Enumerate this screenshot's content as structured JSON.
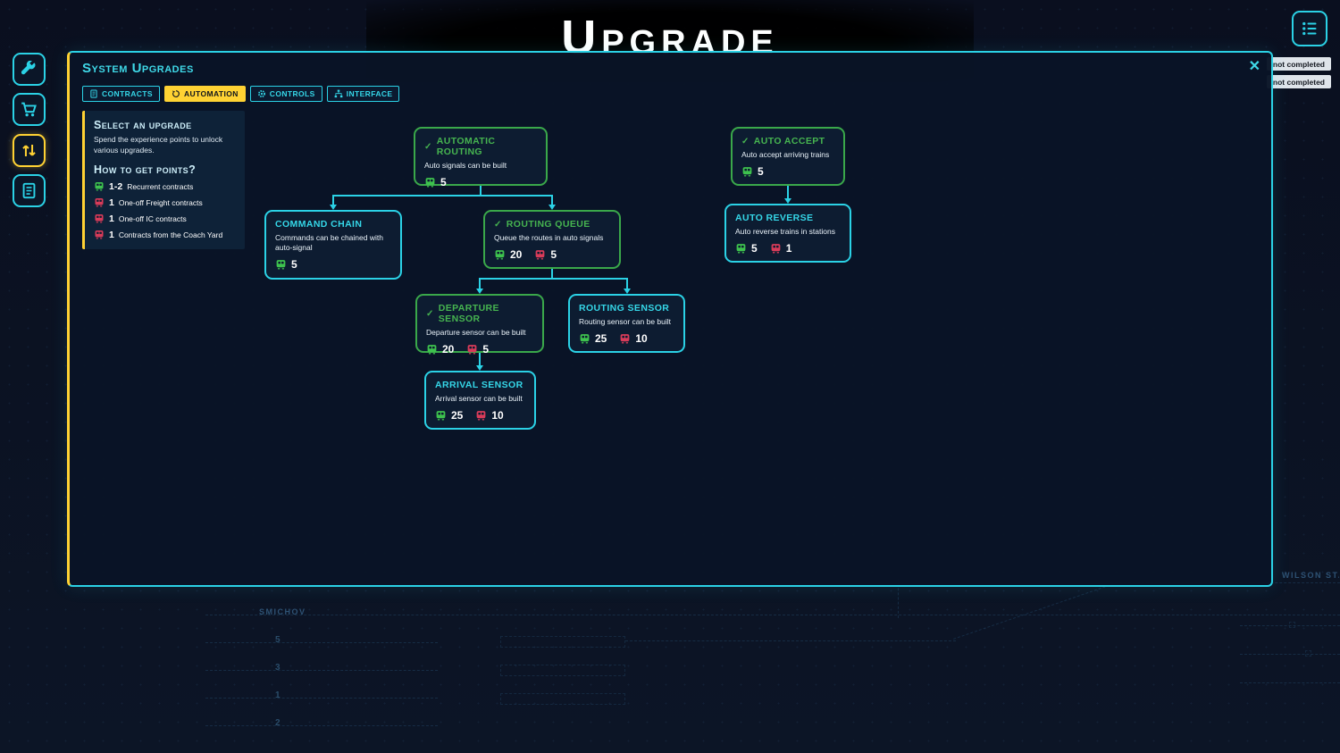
{
  "title": "Upgrade",
  "icons": {
    "check": "✓",
    "close": "✕"
  },
  "status_badges": [
    {
      "label": "not completed"
    },
    {
      "label": "not completed"
    }
  ],
  "sidebar": {
    "items": [
      {
        "icon": "wrench-icon"
      },
      {
        "icon": "cart-icon"
      },
      {
        "icon": "sort-arrows-icon",
        "active": true
      },
      {
        "icon": "document-icon"
      }
    ]
  },
  "panel": {
    "title": "System Upgrades",
    "tabs": [
      {
        "label": "Contracts",
        "icon": "document-icon"
      },
      {
        "label": "Automation",
        "icon": "auto-refresh-icon",
        "active": true
      },
      {
        "label": "Controls",
        "icon": "gear-icon"
      },
      {
        "label": "Interface",
        "icon": "sitemap-icon"
      }
    ],
    "info": {
      "title": "Select an upgrade",
      "description": "Spend the experience points to unlock various upgrades.",
      "points_title": "How to get points?",
      "points": [
        {
          "value": "1-2",
          "label": "Recurrent contracts",
          "color": "green"
        },
        {
          "value": "1",
          "label": "One-off Freight contracts",
          "color": "red"
        },
        {
          "value": "1",
          "label": "One-off IC contracts",
          "color": "red"
        },
        {
          "value": "1",
          "label": "Contracts from the Coach Yard",
          "color": "red"
        }
      ]
    },
    "nodes": [
      {
        "title": "Automatic routing",
        "completed": true,
        "desc": "Auto signals can be built",
        "costs": [
          {
            "type": "green",
            "value": "5"
          }
        ]
      },
      {
        "title": "Auto accept",
        "completed": true,
        "desc": "Auto accept arriving trains",
        "costs": [
          {
            "type": "green",
            "value": "5"
          }
        ]
      },
      {
        "title": "Command chain",
        "completed": false,
        "desc": "Commands can be chained with auto-signal",
        "costs": [
          {
            "type": "green",
            "value": "5"
          }
        ]
      },
      {
        "title": "Routing queue",
        "completed": true,
        "desc": "Queue the routes in auto signals",
        "costs": [
          {
            "type": "green",
            "value": "20"
          },
          {
            "type": "red",
            "value": "5"
          }
        ]
      },
      {
        "title": "Auto reverse",
        "completed": false,
        "desc": "Auto reverse trains in stations",
        "costs": [
          {
            "type": "green",
            "value": "5"
          },
          {
            "type": "red",
            "value": "1"
          }
        ]
      },
      {
        "title": "Departure sensor",
        "completed": true,
        "desc": "Departure sensor can be built",
        "costs": [
          {
            "type": "green",
            "value": "20"
          },
          {
            "type": "red",
            "value": "5"
          }
        ]
      },
      {
        "title": "Routing sensor",
        "completed": false,
        "desc": "Routing sensor can be built",
        "costs": [
          {
            "type": "green",
            "value": "25"
          },
          {
            "type": "red",
            "value": "10"
          }
        ]
      },
      {
        "title": "Arrival sensor",
        "completed": false,
        "desc": "Arrival sensor can be built",
        "costs": [
          {
            "type": "green",
            "value": "25"
          },
          {
            "type": "red",
            "value": "10"
          }
        ]
      }
    ]
  },
  "background": {
    "stations": [
      {
        "label": "Smichov"
      },
      {
        "label": "Wilson Station"
      }
    ],
    "track_numbers": [
      "5",
      "3",
      "1",
      "2"
    ]
  }
}
